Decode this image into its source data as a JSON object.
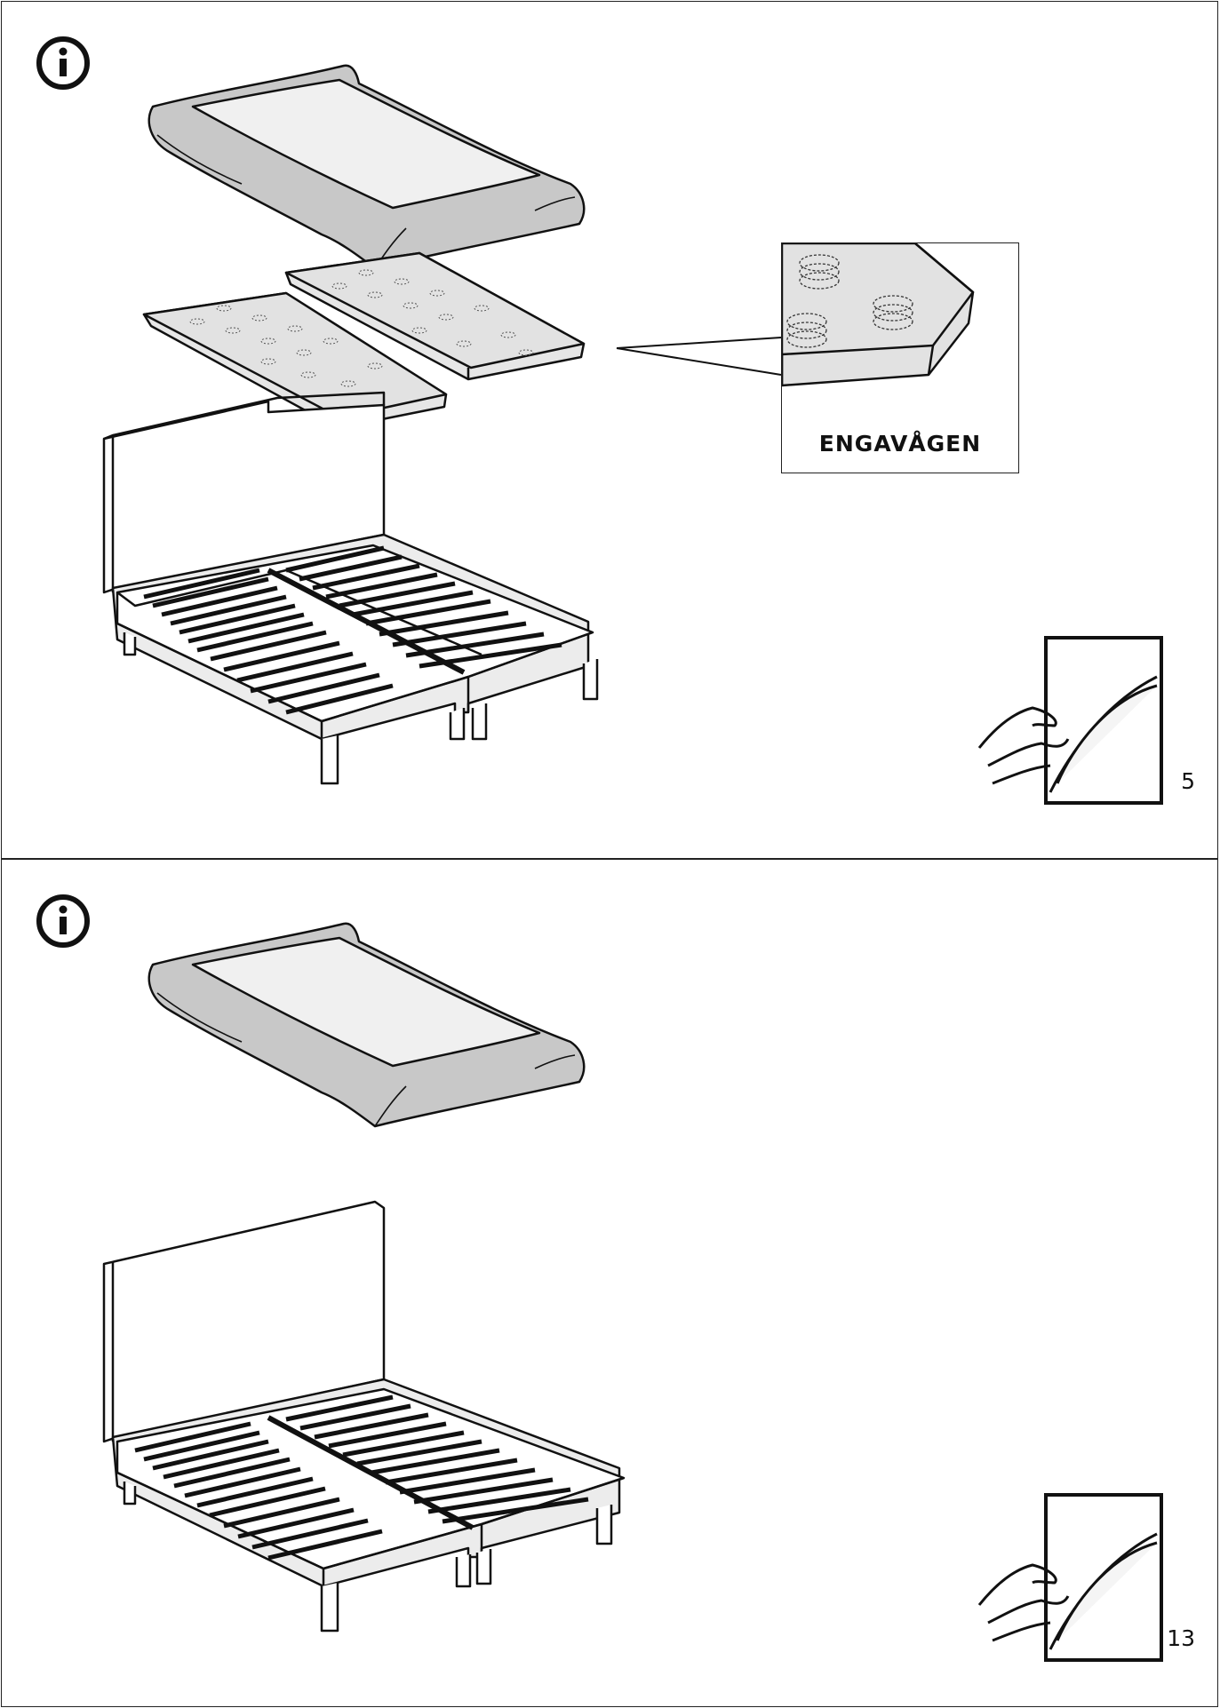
{
  "panels": [
    {
      "id": "step-with-mattress-pads",
      "icon": "info-icon",
      "callout_label": "ENGAVÅGEN",
      "page_reference": "5",
      "page_reference_icon": "page-turn-hand-icon"
    },
    {
      "id": "step-without-mattress-pads",
      "icon": "info-icon",
      "page_reference": "13",
      "page_reference_icon": "page-turn-hand-icon"
    }
  ],
  "colors": {
    "line": "#111111",
    "fabric": "#c8c8c8",
    "fabric_light": "#e2e2e2",
    "mattress_top": "#f0f0f0"
  }
}
